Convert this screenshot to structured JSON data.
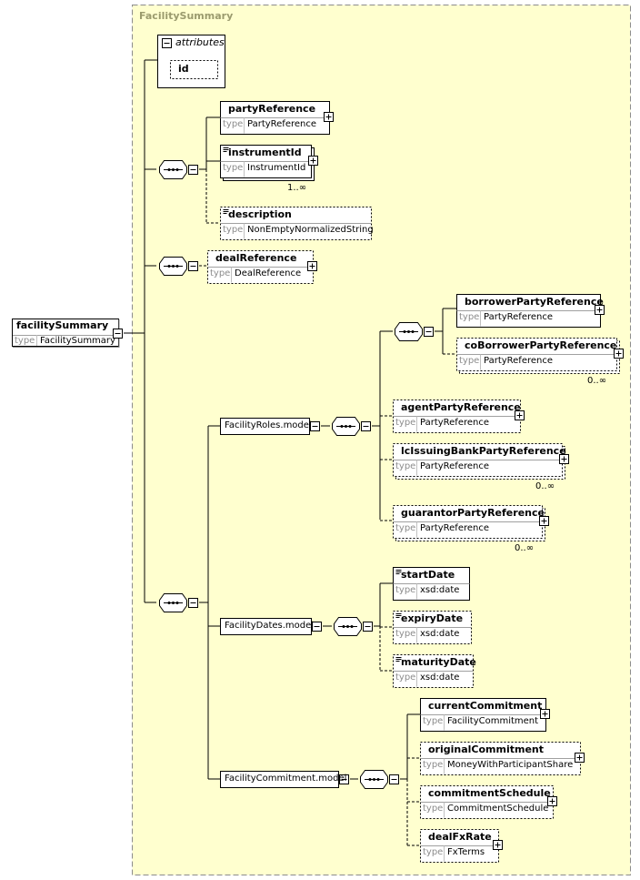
{
  "container_title": "FacilitySummary",
  "type_word": "type",
  "root": {
    "name": "facilitySummary",
    "type": "FacilitySummary"
  },
  "attributes": {
    "label": "attributes",
    "items": [
      "id"
    ]
  },
  "elements": {
    "partyReference": {
      "name": "partyReference",
      "type": "PartyReference"
    },
    "instrumentId": {
      "name": "instrumentId",
      "type": "InstrumentId",
      "cardinality": "1..∞"
    },
    "description": {
      "name": "description",
      "type": "NonEmptyNormalizedString"
    },
    "dealReference": {
      "name": "dealReference",
      "type": "DealReference"
    },
    "borrowerPartyReference": {
      "name": "borrowerPartyReference",
      "type": "PartyReference"
    },
    "coBorrowerPartyReference": {
      "name": "coBorrowerPartyReference",
      "type": "PartyReference",
      "cardinality": "0..∞"
    },
    "agentPartyReference": {
      "name": "agentPartyReference",
      "type": "PartyReference"
    },
    "lcIssuingBankPartyReference": {
      "name": "lcIssuingBankPartyReference",
      "type": "PartyReference",
      "cardinality": "0..∞"
    },
    "guarantorPartyReference": {
      "name": "guarantorPartyReference",
      "type": "PartyReference",
      "cardinality": "0..∞"
    },
    "startDate": {
      "name": "startDate",
      "type": "xsd:date"
    },
    "expiryDate": {
      "name": "expiryDate",
      "type": "xsd:date"
    },
    "maturityDate": {
      "name": "maturityDate",
      "type": "xsd:date"
    },
    "currentCommitment": {
      "name": "currentCommitment",
      "type": "FacilityCommitment"
    },
    "originalCommitment": {
      "name": "originalCommitment",
      "type": "MoneyWithParticipantShare"
    },
    "commitmentSchedule": {
      "name": "commitmentSchedule",
      "type": "CommitmentSchedule"
    },
    "dealFxRate": {
      "name": "dealFxRate",
      "type": "FxTerms"
    }
  },
  "groups": {
    "facilityRoles": "FacilityRoles.model",
    "facilityDates": "FacilityDates.model",
    "facilityCommitment": "FacilityCommitment.model"
  }
}
